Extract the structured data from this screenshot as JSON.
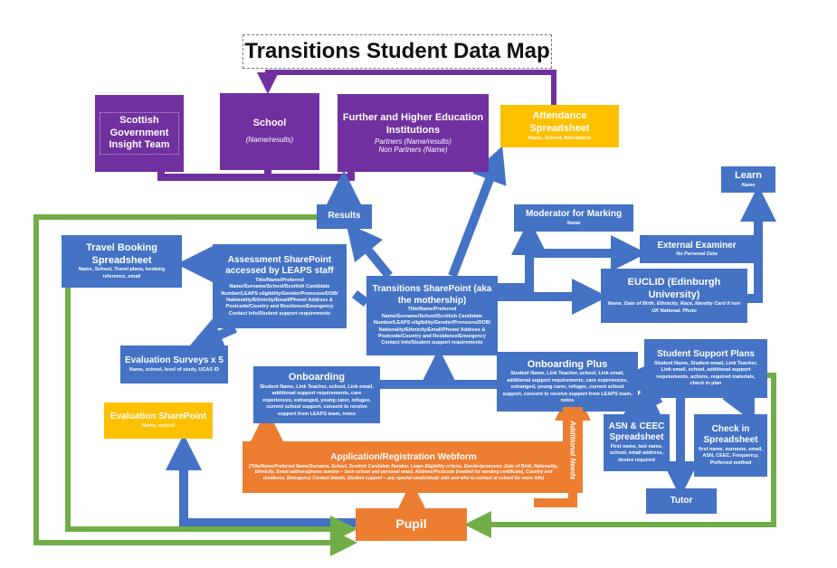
{
  "title": "Transitions Student Data Map",
  "colors": {
    "blue": "#4472C4",
    "purple": "#7030A0",
    "gold": "#FFC000",
    "orange": "#ED7D31",
    "green": "#70AD47"
  },
  "nodes": {
    "sg": {
      "title": "Scottish Government Insight Team"
    },
    "school": {
      "title": "School",
      "detail": "(Name/results)"
    },
    "fhe": {
      "title": "Further and Higher Education Institutions",
      "detail1": "Partners (Name/results)",
      "detail2": "Non Partners (Name)"
    },
    "attendance": {
      "title": "Attendance Spreadsheet",
      "detail": "Name, School, Attendance"
    },
    "results": {
      "title": "Results"
    },
    "learn": {
      "title": "Learn",
      "detail": "Name"
    },
    "moderator": {
      "title": "Moderator for Marking",
      "detail": "Name"
    },
    "examiner": {
      "title": "External Examiner",
      "detail": "No Personal Data"
    },
    "euclid": {
      "title": "EUCLID (Edinburgh University)",
      "detail": "Name, Date of Birth, Ethnicity, Race, Identity Card if non UK National. Photo"
    },
    "travel": {
      "title": "Travel Booking Spreadsheet",
      "detail": "Name, School, Travel plans, booking reference, email"
    },
    "assessment": {
      "title": "Assessment SharePoint accessed by LEAPS staff",
      "detail": "Title/Name/Preferred Name/Surname/School/Scottish Candidate Number/LEAPS eligibility/Gender/Pronouns/DOB/ Nationality/Ethnicity/Email/Phone/ Address & Postcode/Country and Residence/Emergency Contact Info/Student support requirements"
    },
    "transitions": {
      "title": "Transitions SharePoint (aka the mothership)",
      "detail": "Title/Name/Preferred Name/Surname/School/Scottish Candidate Number/LEAPS eligibility/Gender/Pronouns/DOB/ Nationality/Ethnicity/Email/Phone/ Address & Postcode/Country and Residence/Emergency Contact Info/Student support requirements"
    },
    "surveys": {
      "title": "Evaluation Surveys x 5",
      "detail": "Name, school, level of study, UCAS ID"
    },
    "evalsp": {
      "title": "Evaluation SharePoint",
      "detail": "Name, school"
    },
    "onboarding": {
      "title": "Onboarding",
      "detail": "Student Name, Link Teacher, school, Link email, additional support requirements, care experiences, estranged, young carer, refugee, current school support, consent to receive support from LEAPS team, notes"
    },
    "onboardingplus": {
      "title": "Onboarding Plus",
      "detail": "Student Name, Link Teacher, school, Link email, additional support requirements, care experiences, estranged, young carer, refugee, current school support, consent to receive support from LEAPS team, notes"
    },
    "ssp": {
      "title": "Student Support Plans",
      "detail": "Student Name, Student email, Link Teacher, Link email, school, additional support requirements, actions, required materials, check in plan"
    },
    "asn": {
      "title": "ASN & CEEC Spreadsheet",
      "detail": "First name, last name, school, email address, device required"
    },
    "checkin": {
      "title": "Check in Spreadsheet",
      "detail": "first name, surname, email, ASN, CEEC, Frequency, Preferred method"
    },
    "tutor": {
      "title": "Tutor"
    },
    "webform": {
      "title": "Application/Registration Webform",
      "detail": "(Title/Name/Preferred Name/Surname, School, Scottish Candidate Number, Leaps Eligibility criteria, Gender/pronouns, Date of Birth, Nationality, Ethnicity, Email address/phone number – both school and personal email, Address/Postcode (needed for sending certificate), Country and residence, Emergency Contact details, Student support – any special needs/study aids and who to contact at school for more info)"
    },
    "additional": {
      "title": "Additional Needs"
    },
    "pupil": {
      "title": "Pupil"
    }
  }
}
